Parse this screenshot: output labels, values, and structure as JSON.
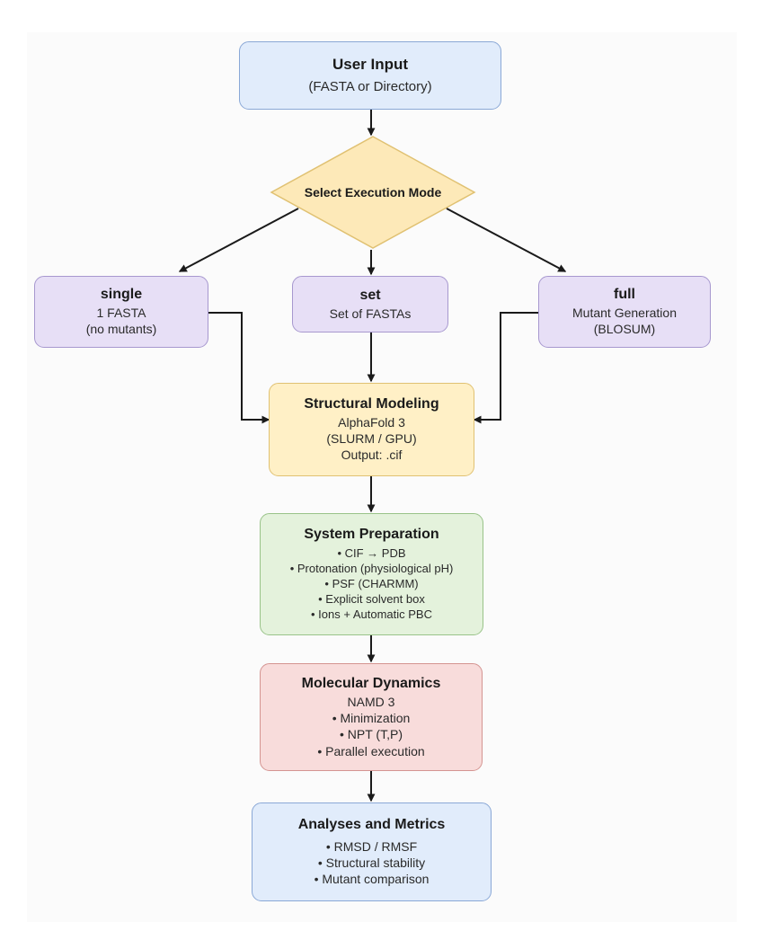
{
  "user_input": {
    "title": "User Input",
    "lines": [
      "(FASTA or Directory)"
    ]
  },
  "decision": {
    "label": "Select Execution Mode"
  },
  "single": {
    "title": "single",
    "lines": [
      "1 FASTA",
      "(no mutants)"
    ]
  },
  "set": {
    "title": "set",
    "lines": [
      "Set of FASTAs"
    ]
  },
  "full": {
    "title": "full",
    "lines": [
      "Mutant Generation",
      "(BLOSUM)"
    ]
  },
  "structural": {
    "title": "Structural Modeling",
    "lines": [
      "AlphaFold 3",
      "(SLURM / GPU)",
      "Output: .cif"
    ]
  },
  "system_prep": {
    "title": "System Preparation",
    "bullets": [
      "CIF → PDB",
      "Protonation (physiological pH)",
      "PSF (CHARMM)",
      "Explicit solvent box",
      "Ions + Automatic PBC"
    ]
  },
  "md": {
    "title": "Molecular Dynamics",
    "lines": [
      "NAMD 3"
    ],
    "bullets": [
      "Minimization",
      "NPT (T,P)",
      "Parallel execution"
    ]
  },
  "analyses": {
    "title": "Analyses and Metrics",
    "bullets": [
      "RMSD / RMSF",
      "Structural stability",
      "Mutant comparison"
    ]
  },
  "colors": {
    "blue": "#e1ecfb",
    "purple": "#e7dff6",
    "yellow": "#fff0c6",
    "green": "#e4f2dc",
    "red": "#f8dcdb",
    "diamond": "#fde9b8",
    "arrow": "#1a1a1a"
  }
}
